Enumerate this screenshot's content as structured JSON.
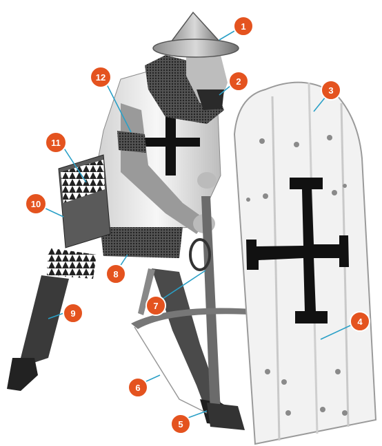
{
  "colors": {
    "callout_fill": "#e4531f",
    "leader_line": "#2aa0c7",
    "shield": "#f4f4f4",
    "cross": "#1a1a1a"
  },
  "callouts": [
    {
      "number": "1",
      "part": "helmet"
    },
    {
      "number": "2",
      "part": "mail-coif"
    },
    {
      "number": "3",
      "part": "pavise-top"
    },
    {
      "number": "4",
      "part": "pavise-shield"
    },
    {
      "number": "5",
      "part": "crossbow-stirrup"
    },
    {
      "number": "6",
      "part": "crossbow-bow"
    },
    {
      "number": "7",
      "part": "crossbow-tiller"
    },
    {
      "number": "8",
      "part": "mail-skirt"
    },
    {
      "number": "9",
      "part": "leg-hose"
    },
    {
      "number": "10",
      "part": "quiver"
    },
    {
      "number": "11",
      "part": "bolts"
    },
    {
      "number": "12",
      "part": "armband"
    }
  ]
}
